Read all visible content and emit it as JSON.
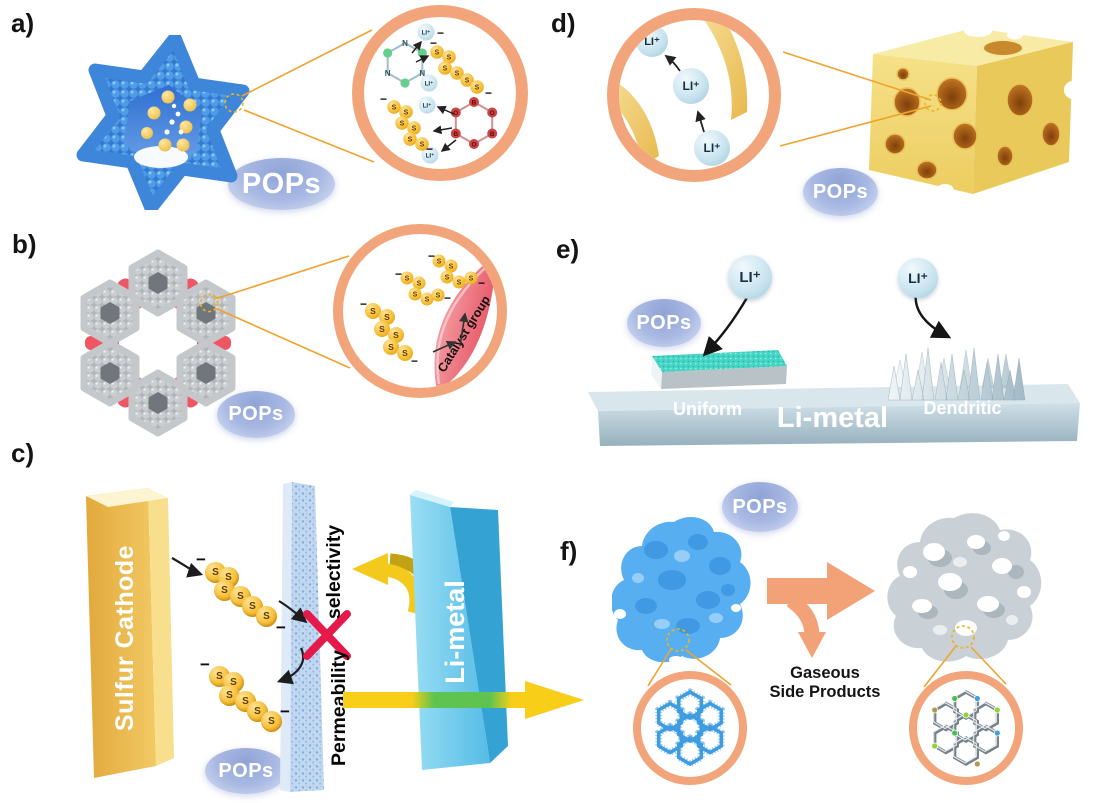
{
  "panels": {
    "a": {
      "label": "a)",
      "tag": "POPs"
    },
    "b": {
      "label": "b)",
      "tag": "POPs",
      "catalyst_label": "Catalyst group"
    },
    "c": {
      "label": "c)",
      "tag": "POPs",
      "cathode_label": "Sulfur Cathode",
      "li_metal_label": "Li-metal",
      "selectivity_label": "selectivity",
      "permeability_label": "Permeability"
    },
    "d": {
      "label": "d)",
      "tag": "POPs"
    },
    "e": {
      "label": "e)",
      "tag": "POPs",
      "li_metal_label": "Li-metal",
      "uniform_label": "Uniform",
      "dendritic_label": "Dendritic"
    },
    "f": {
      "label": "f)",
      "tag": "POPs",
      "gaseous_line1": "Gaseous",
      "gaseous_line2": "Side Products"
    }
  },
  "atoms": {
    "s": "S",
    "n": "N",
    "b": "B",
    "o": "O",
    "li_ion": "LI⁺",
    "minus": "−"
  },
  "colors": {
    "inset_ring": "#f2a57a",
    "connector_line": "#efa32e",
    "dashed_target": "#e9b520",
    "pops_badge": "#a9b9e3",
    "pop_framework_blue": "#4f9ce8",
    "sulfur_ball": "#f6bf36",
    "li_ion_ball": "#c7e2ee",
    "triazine_n_green": "#67cf8d",
    "boroxine_red": "#cb4343",
    "catalyst_crescent": "#e5505f",
    "cof_gray": "#c5c8cb",
    "cof_red_link": "#ef5562",
    "cathode_yellow": "#eab44c",
    "separator_blue": "#c1d8f0",
    "li_metal_blue": "#5ec0e8",
    "cross_red": "#e6194b",
    "permeation_arrow_yellow": "#f8ce18",
    "permeation_green": "#5ec44f",
    "cheese_yellow": "#f0d878",
    "cheese_hole_orange": "#b0671a",
    "metal_base_gray": "#a9c0cb",
    "uniform_deposit_teal": "#46d6c6",
    "pristine_blob_blue": "#57aef0",
    "degraded_blob_gray": "#c9d1d7",
    "side_arrow_orange": "#f2a276",
    "hex_dot_green": "#44c04e",
    "hex_dot_lime": "#8ed634",
    "hex_dot_blue": "#3b9fe0",
    "hex_dot_olive": "#b09a4e"
  }
}
